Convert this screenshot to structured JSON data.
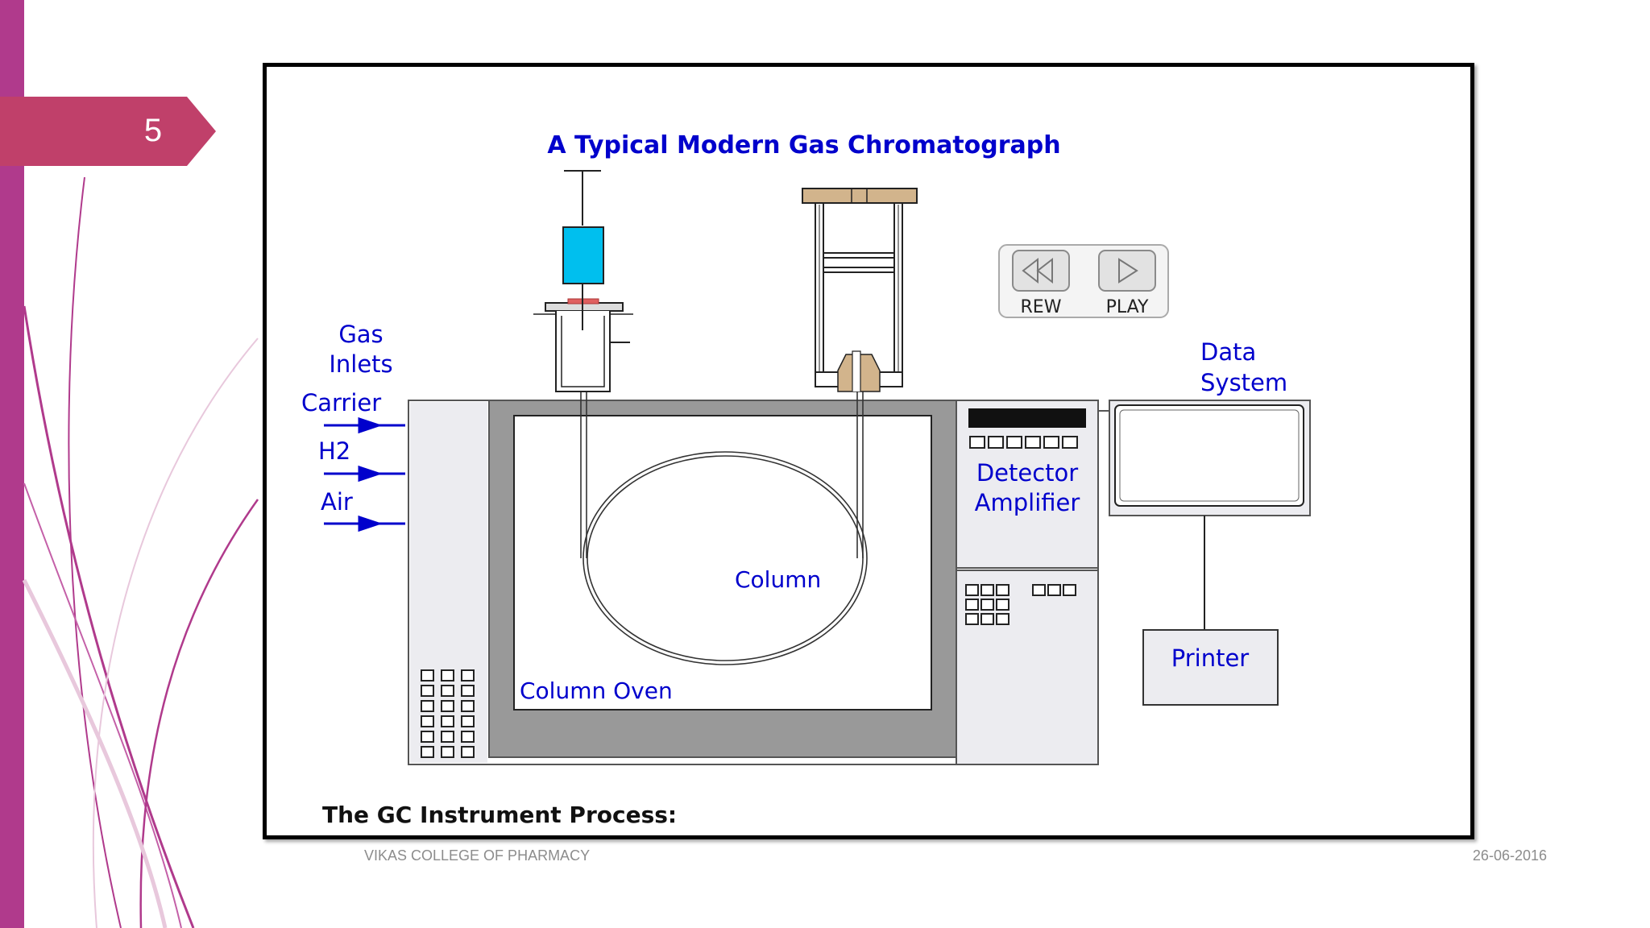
{
  "slide": {
    "number": "5"
  },
  "diagram": {
    "title": "A Typical Modern Gas Chromatograph",
    "gas_inlets_line1": "Gas",
    "gas_inlets_line2": "Inlets",
    "carrier": "Carrier",
    "h2": "H2",
    "air": "Air",
    "column": "Column",
    "column_oven": "Column Oven",
    "detector_line1": "Detector",
    "detector_line2": "Amplifier",
    "data_line1": "Data",
    "data_line2": "System",
    "printer": "Printer",
    "rew": "REW",
    "play": "PLAY",
    "process_caption": "The GC Instrument Process:"
  },
  "footer": {
    "college": "VIKAS COLLEGE OF PHARMACY",
    "date": "26-06-2016"
  },
  "colors": {
    "accent_magenta": "#b03a8c",
    "slide_tab": "#c0406a",
    "label_blue": "#0000cc",
    "syringe_cyan": "#00bfee",
    "oven_gray": "#999999",
    "panel_gray": "#ececf0",
    "tan": "#d2b48c"
  }
}
